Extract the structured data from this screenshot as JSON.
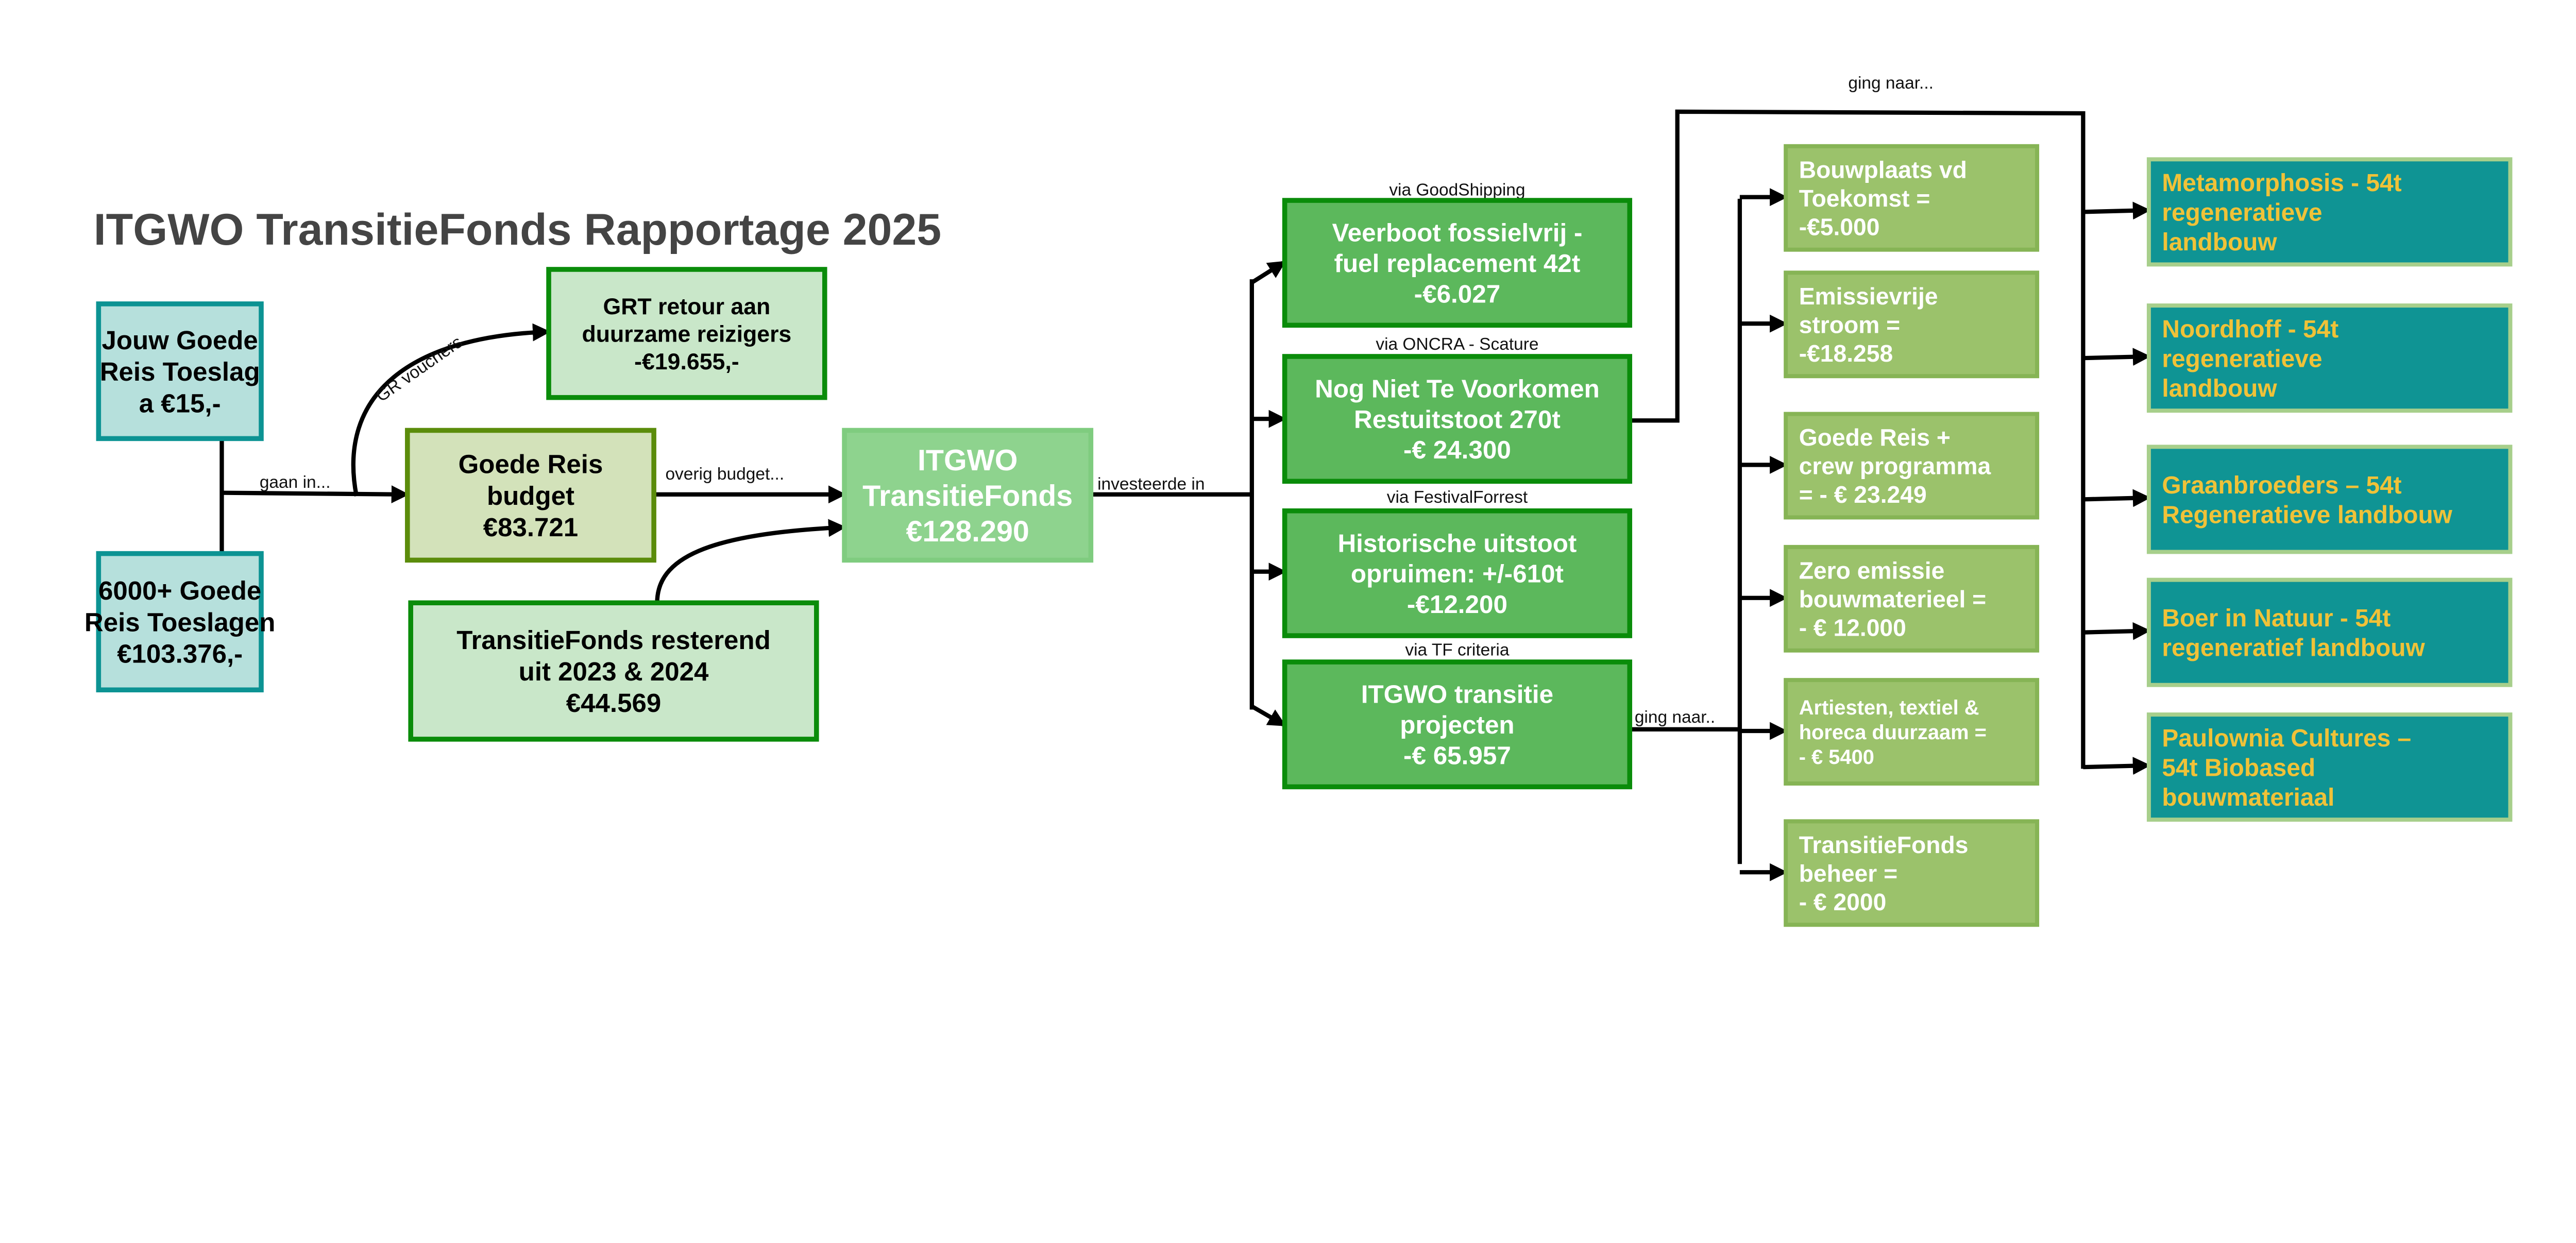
{
  "title": "ITGWO TransitieFonds Rapportage 2025",
  "colors": {
    "teal_light_fill": "#b6e0dc",
    "teal_border": "#0c9393",
    "green_light_fill": "#c9e7c9",
    "green_border": "#0a8c0a",
    "olive_fill": "#d3e2ba",
    "olive_border": "#5b8c0b",
    "fund_fill": "#8ed38e",
    "project_fill": "#5cb85c",
    "sub_fill": "#9bc26b",
    "sub_border": "#86b455",
    "dest_fill": "#0f9494",
    "dest_border": "#a7cf8b",
    "dest_text": "#f0c238"
  },
  "labels": {
    "gaan_in": "gaan in...",
    "gr_vouchers": "GR  vouchers",
    "overig_budget": "overig budget...",
    "investeerde_in": "investeerde in",
    "ging_naar_top": "ging naar...",
    "ging_naar_bottom": "ging naar..",
    "via_goodshipping": "via GoodShipping",
    "via_oncra": "via ONCRA - Scature",
    "via_festivalforrest": "via FestivalForrest",
    "via_tf_criteria": "via TF criteria"
  },
  "sources": [
    {
      "id": "jouw-goede-reis-toeslag",
      "lines": [
        "Jouw Goede",
        "Reis Toeslag",
        "a €15,-"
      ]
    },
    {
      "id": "goede-reis-toeslagen-total",
      "lines": [
        "6000+ Goede",
        "Reis Toeslagen",
        "€103.376,-"
      ]
    }
  ],
  "grt_retour": {
    "lines": [
      "GRT retour aan",
      "duurzame reizigers",
      "-€19.655,-"
    ]
  },
  "goede_reis_budget": {
    "lines": [
      "Goede Reis",
      "budget",
      "€83.721"
    ]
  },
  "transitiefonds_resterend": {
    "lines": [
      "TransitieFonds resterend",
      "uit 2023 & 2024",
      "€44.569"
    ]
  },
  "itgwo_fonds": {
    "lines": [
      "ITGWO",
      "TransitieFonds",
      "€128.290"
    ]
  },
  "projects": [
    {
      "id": "veerboot",
      "lines": [
        "Veerboot fossielvrij -",
        "fuel replacement 42t",
        "-€6.027"
      ]
    },
    {
      "id": "nog-niet-te-voorkomen",
      "lines": [
        "Nog Niet Te Voorkomen",
        "Restuitstoot 270t",
        "-€ 24.300"
      ]
    },
    {
      "id": "historische-uitstoot",
      "lines": [
        "Historische uitstoot",
        "opruimen: +/-610t",
        "-€12.200"
      ]
    },
    {
      "id": "itgwo-transitie-projecten",
      "lines": [
        "ITGWO transitie",
        "projecten",
        "-€ 65.957"
      ]
    }
  ],
  "sub_projects": [
    {
      "id": "bouwplaats",
      "lines": [
        "Bouwplaats vd",
        "Toekomst =",
        "-€5.000"
      ]
    },
    {
      "id": "emissievrije-stroom",
      "lines": [
        "Emissievrije",
        "stroom =",
        "-€18.258"
      ]
    },
    {
      "id": "goede-reis-crew",
      "lines": [
        "Goede Reis +",
        "crew programma",
        "=  - € 23.249"
      ]
    },
    {
      "id": "zero-emissie",
      "lines": [
        "Zero emissie",
        "bouwmaterieel =",
        "-  € 12.000"
      ]
    },
    {
      "id": "artiesten",
      "lines": [
        "Artiesten, textiel &",
        "horeca duurzaam =",
        "-  € 5400"
      ]
    },
    {
      "id": "transitiefonds-beheer",
      "lines": [
        "TransitieFonds",
        "beheer =",
        "-  € 2000"
      ]
    }
  ],
  "destinations": [
    {
      "id": "metamorphosis",
      "lines": [
        "Metamorphosis - 54t",
        "regeneratieve",
        "landbouw"
      ]
    },
    {
      "id": "noordhoff",
      "lines": [
        "Noordhoff - 54t",
        "regeneratieve",
        "landbouw"
      ]
    },
    {
      "id": "graanbroeders",
      "lines": [
        " Graanbroeders – 54t",
        "Regeneratieve landbouw"
      ]
    },
    {
      "id": "boer-in-natuur",
      "lines": [
        "Boer in Natuur - 54t",
        "regeneratief landbouw"
      ]
    },
    {
      "id": "paulownia",
      "lines": [
        "Paulownia Cultures –",
        "54t Biobased",
        "bouwmateriaal"
      ]
    }
  ]
}
